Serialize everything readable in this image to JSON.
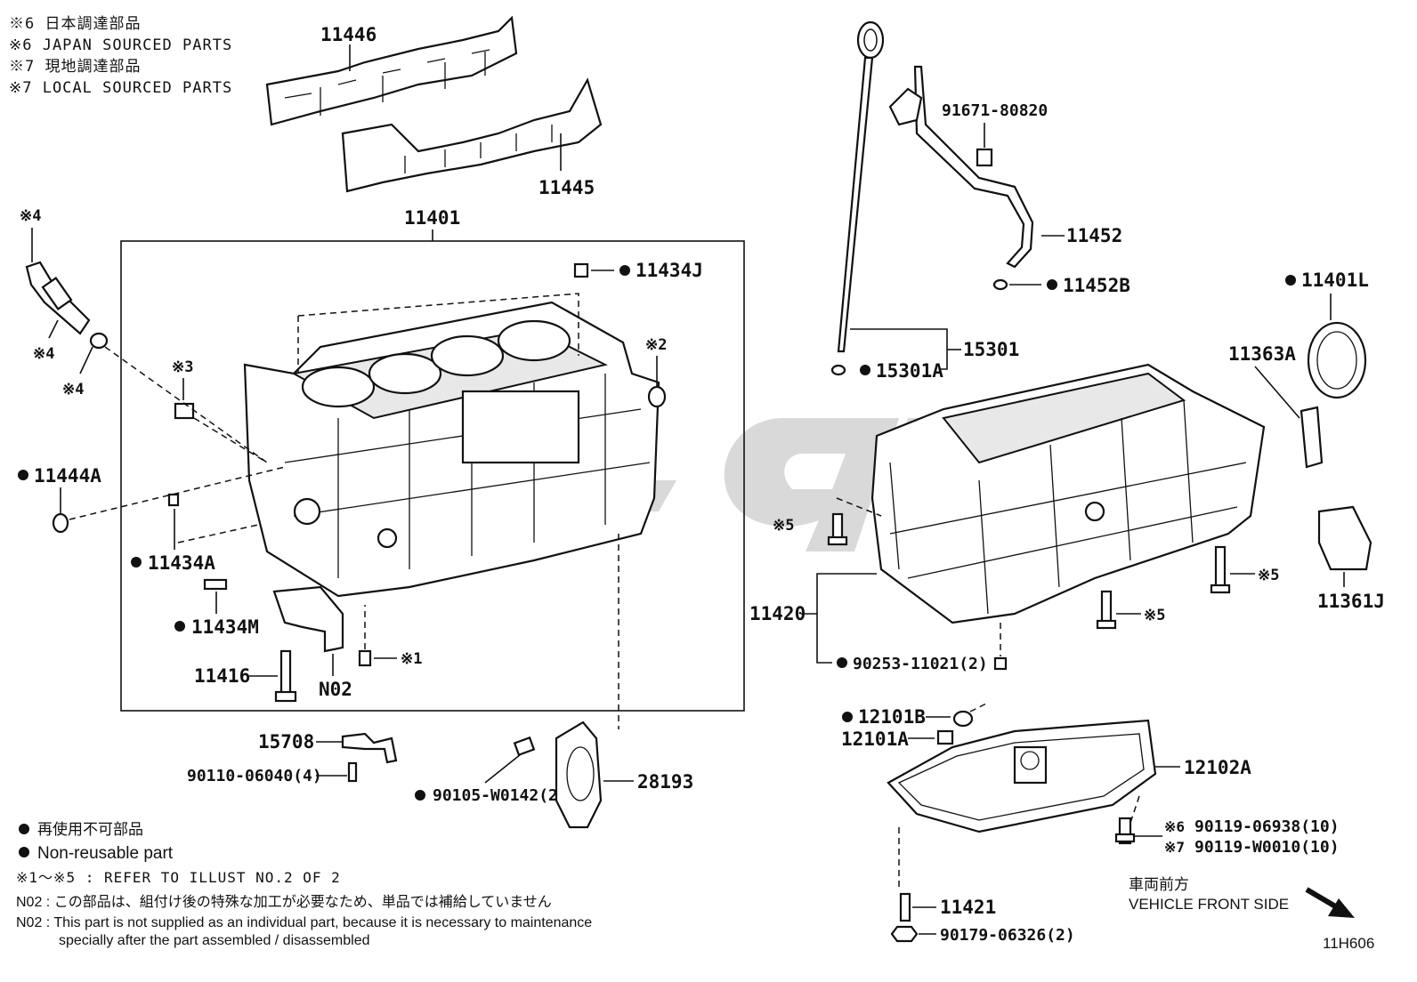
{
  "header_notes": [
    "※6 日本調達部品",
    "※6 JAPAN SOURCED PARTS",
    "※7 現地調達部品",
    "※7 LOCAL SOURCED PARTS"
  ],
  "parts": {
    "p11446": "11446",
    "p11445": "11445",
    "p11401": "11401",
    "p11434J": "11434J",
    "p11444A": "11444A",
    "p11434A": "11434A",
    "p11434M": "11434M",
    "p11416": "11416",
    "pN02": "N02",
    "p15708": "15708",
    "p90110": "90110-06040(4)",
    "p90105": "90105-W0142(2)",
    "p28193": "28193",
    "p91671": "91671-80820",
    "p11452": "11452",
    "p11452B": "11452B",
    "p15301": "15301",
    "p15301A": "15301A",
    "p11401L": "11401L",
    "p11363A": "11363A",
    "p11361J": "11361J",
    "p11420": "11420",
    "p90253": "90253-11021(2)",
    "p12101B": "12101B",
    "p12101A": "12101A",
    "p12102A": "12102A",
    "p90119a": "90119-06938(10)",
    "p90119b": "90119-W0010(10)",
    "p11421": "11421",
    "p90179": "90179-06326(2)"
  },
  "marks": {
    "m4a": "※4",
    "m4b": "※4",
    "m4c": "※4",
    "m3": "※3",
    "m2": "※2",
    "m1": "※1",
    "m5a": "※5",
    "m5b": "※5",
    "m5c": "※5",
    "m6": "※6",
    "m7": "※7"
  },
  "legend": {
    "nonreusable_jp": "再使用不可部品",
    "nonreusable_en": "Non-reusable part",
    "refer": "※1～※5 : REFER TO ILLUST NO.2 OF 2",
    "n02_jp": "N02 : この部品は、組付け後の特殊な加工が必要なため、単品では補給していません",
    "n02_en1": "N02 : This part is not supplied as an individual part, because it is necessary to maintenance",
    "n02_en2": "specially after the part assembled / disassembled"
  },
  "direction": {
    "jp": "車両前方",
    "en": "VEHICLE FRONT SIDE"
  },
  "illust_id": "11H606",
  "colors": {
    "line": "#111111",
    "watermark": "#b9b9b9",
    "background": "#ffffff"
  }
}
